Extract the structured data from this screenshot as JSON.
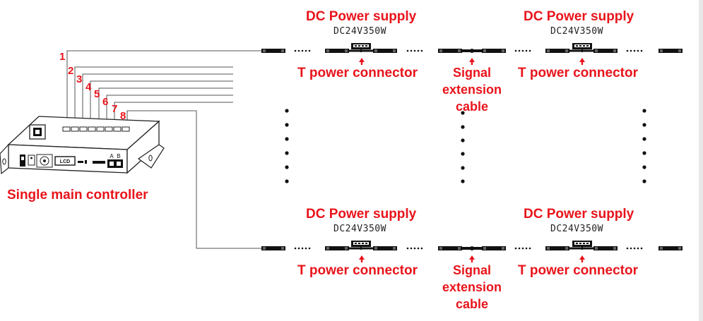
{
  "controller": {
    "title": "Single main controller",
    "lcd_text": "LCD",
    "port_a": "A",
    "port_b": "B",
    "outputs": [
      "1",
      "2",
      "3",
      "4",
      "5",
      "6",
      "7",
      "8"
    ]
  },
  "blocks": [
    {
      "power_title": "DC Power supply",
      "power_spec": "DC24V350W",
      "connector_label": "T power connector"
    },
    {
      "power_title": "DC Power supply",
      "power_spec": "DC24V350W",
      "connector_label": "T power connector"
    },
    {
      "power_title": "DC Power supply",
      "power_spec": "DC24V350W",
      "connector_label": "T power connector"
    },
    {
      "power_title": "DC Power supply",
      "power_spec": "DC24V350W",
      "connector_label": "T power connector"
    }
  ],
  "signal_cable_label": {
    "line1": "Signal",
    "line2": "extension",
    "line3": "cable"
  },
  "colors": {
    "label_red": "#e8141b",
    "line": "#555555"
  }
}
